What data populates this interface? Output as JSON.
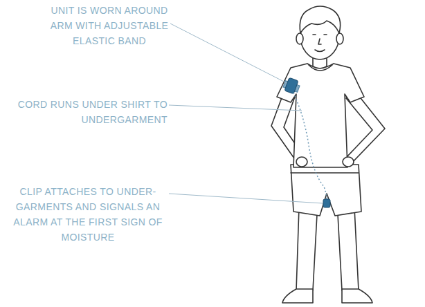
{
  "diagram": {
    "labels": [
      "UNIT IS WORN AROUND ARM WITH ADJUSTABLE ELASTIC BAND",
      "CORD RUNS UNDER SHIRT TO UNDERGARMENT",
      "CLIP ATTACHES TO UNDER- GARMENTS AND SIGNALS AN ALARM AT THE FIRST SIGN OF MOISTURE"
    ]
  }
}
